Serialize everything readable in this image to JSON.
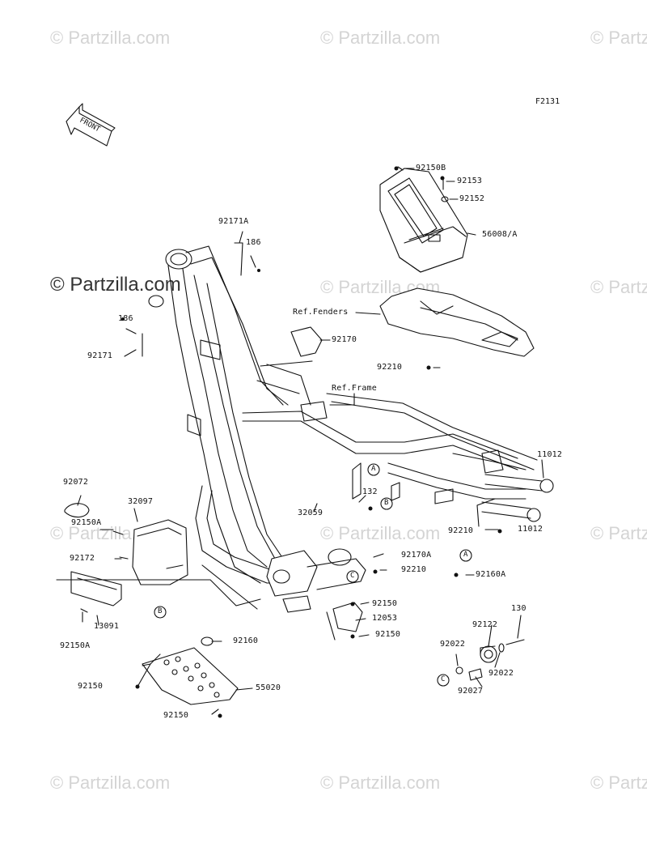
{
  "diagram": {
    "figure_code": "F2131",
    "front_arrow_label": "FRONT",
    "watermarks": [
      {
        "text": "© Partzilla.com"
      }
    ],
    "callouts": {
      "A": "A",
      "B": "B",
      "C": "C"
    },
    "part_labels": {
      "p92150B": "92150B",
      "p92153": "92153",
      "p92152": "92152",
      "p56008A": "56008/A",
      "pRefFenders": "Ref.Fenders",
      "p92170_top": "92170",
      "p92210_top": "92210",
      "pRefFrame": "Ref.Frame",
      "p11012_top": "11012",
      "p11012_bot": "11012",
      "p92210_right": "92210",
      "p92171A": "92171A",
      "p186_top": "186",
      "p186_left": "186",
      "p92171": "92171",
      "p92072": "92072",
      "p32097": "32097",
      "p92150A_top": "92150A",
      "p92172": "92172",
      "p13091": "13091",
      "p92150A_bot": "92150A",
      "p132": "132",
      "p32059": "32059",
      "p92170A": "92170A",
      "p92210_mid": "92210",
      "p92160A": "92160A",
      "p92150_mid1": "92150",
      "p12053": "12053",
      "p92150_mid2": "92150",
      "p130": "130",
      "p92122": "92122",
      "p92022_left": "92022",
      "p92022_right": "92022",
      "p92027": "92027",
      "p92160": "92160",
      "p92150_skid_left": "92150",
      "p55020": "55020",
      "p92150_skid_bot": "92150"
    }
  }
}
